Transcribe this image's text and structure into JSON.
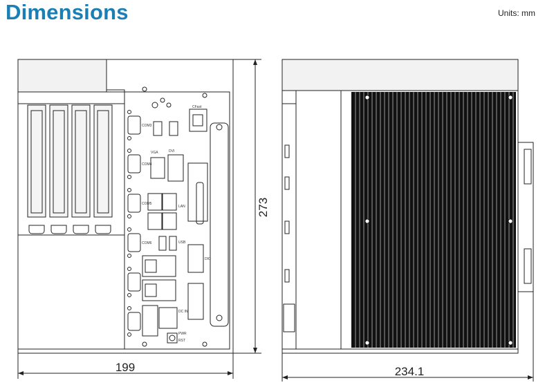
{
  "header": {
    "title": "Dimensions",
    "units": "Units: mm"
  },
  "front_view": {
    "width_label": "199",
    "height_label": "273",
    "panel_labels": [
      "COM3",
      "COM4",
      "COM5",
      "COM6",
      "VGA",
      "DVI",
      "CFast",
      "USB",
      "LAN",
      "DIO",
      "DC IN",
      "PWR",
      "RST"
    ]
  },
  "side_view": {
    "width_label": "234.1"
  }
}
